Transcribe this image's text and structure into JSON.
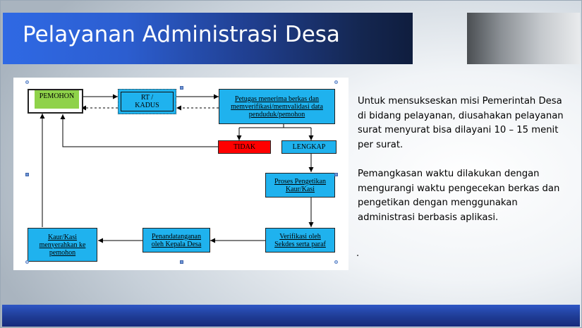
{
  "slide": {
    "title": "Pelayanan Administrasi Desa",
    "paragraph_1": "Untuk mensukseskan misi Pemerintah Desa di bidang pelayanan, diusahakan pelayanan surat menyurat bisa dilayani 10 – 15 menit per surat.",
    "paragraph_2": "Pemangkasan waktu dilakukan dengan mengurangi waktu pengecekan berkas dan pengetikan dengan menggunakan administrasi berbasis aplikasi.",
    "dot": "."
  },
  "flowchart": {
    "pemohon": "PEMOHON",
    "rt_kadus": [
      "RT /",
      "KADUS"
    ],
    "petugas": [
      "Petugas menerima berkas dan",
      "memverifikasi/memvalidasi data",
      "penduduk/pemohon"
    ],
    "tidak": "TIDAK",
    "lengkap": "LENGKAP",
    "proses": [
      "Proses Pengetikan",
      "Kaur/Kasi"
    ],
    "verifikasi": [
      "Verifikasi oleh",
      "Sekdes serta paraf"
    ],
    "penandatanganan": [
      "Penandatanganan",
      "oleh Kepala Desa"
    ],
    "kaur_kasi": [
      "Kaur/Kasi",
      "menyerahkan ke",
      "pemohon"
    ]
  },
  "colors": {
    "title_bar": "#2f69e4",
    "box_fill": "#1fb2ee",
    "pemohon_fill": "#8fd24a",
    "tidak_fill": "#ff0000",
    "bottom_bar": "#203e98"
  }
}
